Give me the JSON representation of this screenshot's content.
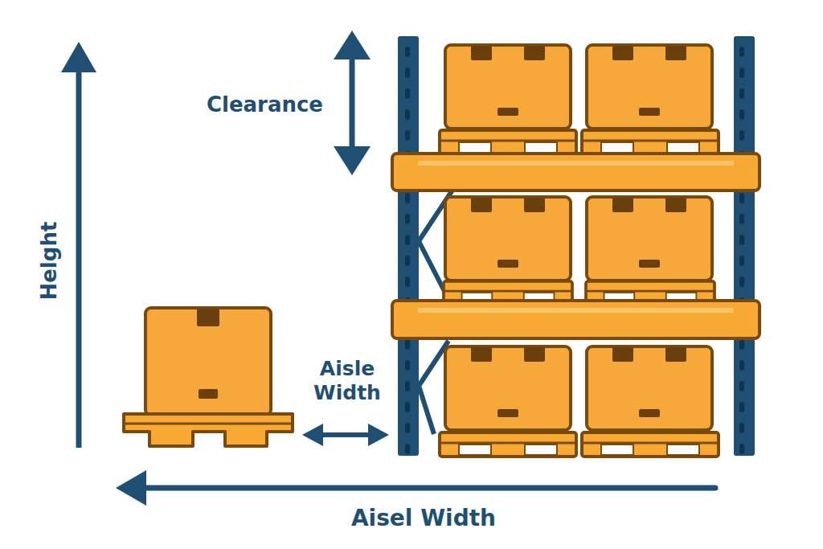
{
  "diagram": {
    "labels": [
      "Clearance",
      "Helght",
      "Aisle Width",
      "Aisel Width"
    ]
  }
}
